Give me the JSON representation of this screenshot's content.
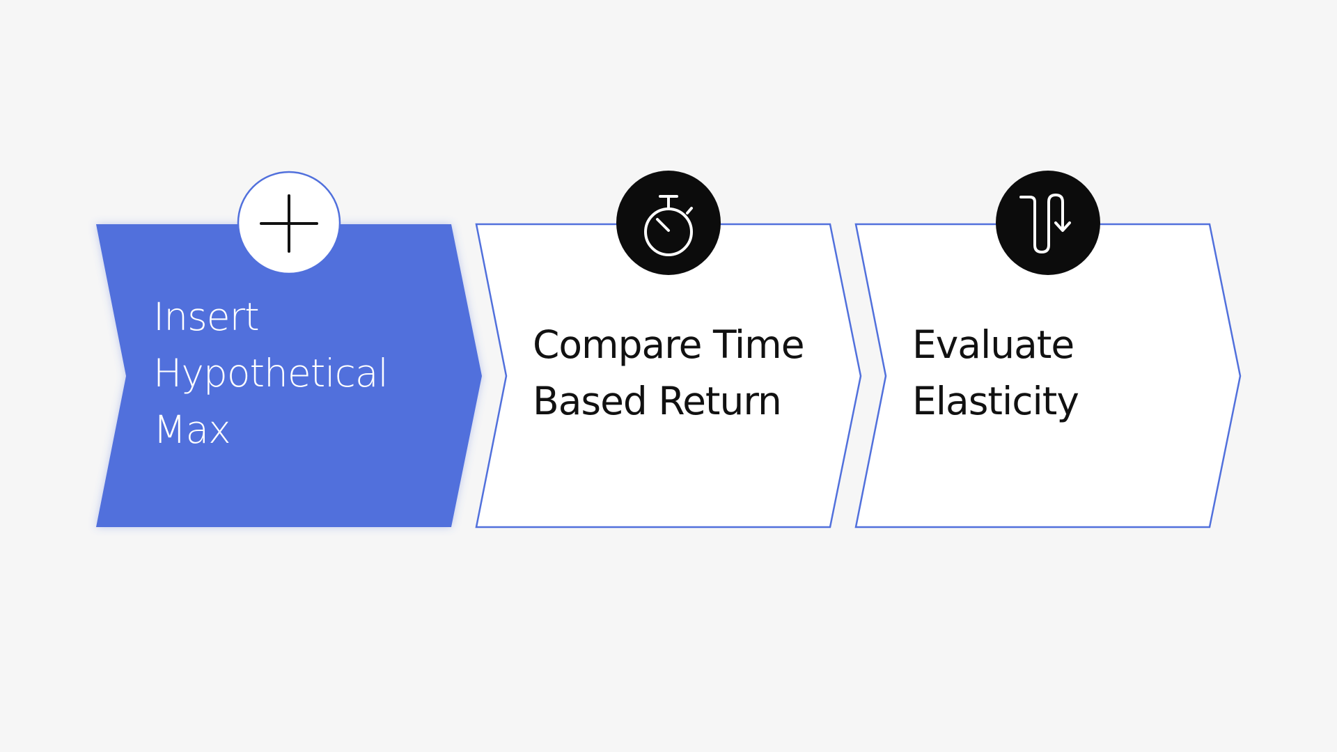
{
  "colors": {
    "background": "#f6f6f6",
    "accent": "#5170dc",
    "outline": "#5170dc",
    "card_fill": "#ffffff",
    "icon_badge_dark": "#0c0c0c",
    "text_dark": "#111111",
    "text_light": "#ffffff"
  },
  "steps": [
    {
      "icon": "plus-icon",
      "active": true,
      "lines": [
        "Insert",
        "Hypothetical",
        "Max"
      ]
    },
    {
      "icon": "stopwatch-icon",
      "active": false,
      "lines": [
        "Compare Time",
        "Based Return"
      ]
    },
    {
      "icon": "up-down-arrow-icon",
      "active": false,
      "lines": [
        "Evaluate",
        "Elasticity"
      ]
    }
  ]
}
